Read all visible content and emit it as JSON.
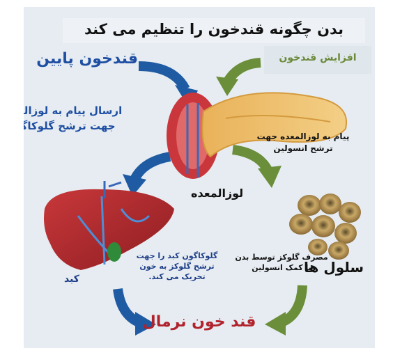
{
  "diagram": {
    "title": "بدن چگونه قندخون را تنظیم می کند",
    "increase_label": "افزایش قندخون",
    "low_label": "قندخون پایین",
    "send_glucagon": "ارسال پیام به لوزالمعده جهت ترشح گلوکاگون",
    "send_insulin": "پیام به لوزالمعده جهت ترشح انسولین",
    "pancreas": "لوزالمعده",
    "liver": "کبد",
    "glucagon_effect": "گلوکاگون کبد را جهت ترشح گلوکز به خون تحریک می کند.",
    "insulin_use": "مصرف گلوکز توسط بدن با کمک انسولین",
    "cells": "سلول ها",
    "normal": "قند خون نرمال"
  },
  "colors": {
    "blue_arrow": "#1f5ba3",
    "green_arrow": "#6b8e3a",
    "normal_text": "#b0222c",
    "background": "#e6ecf1"
  },
  "icons": [
    "pancreas-illustration",
    "liver-illustration",
    "cells-illustration"
  ]
}
